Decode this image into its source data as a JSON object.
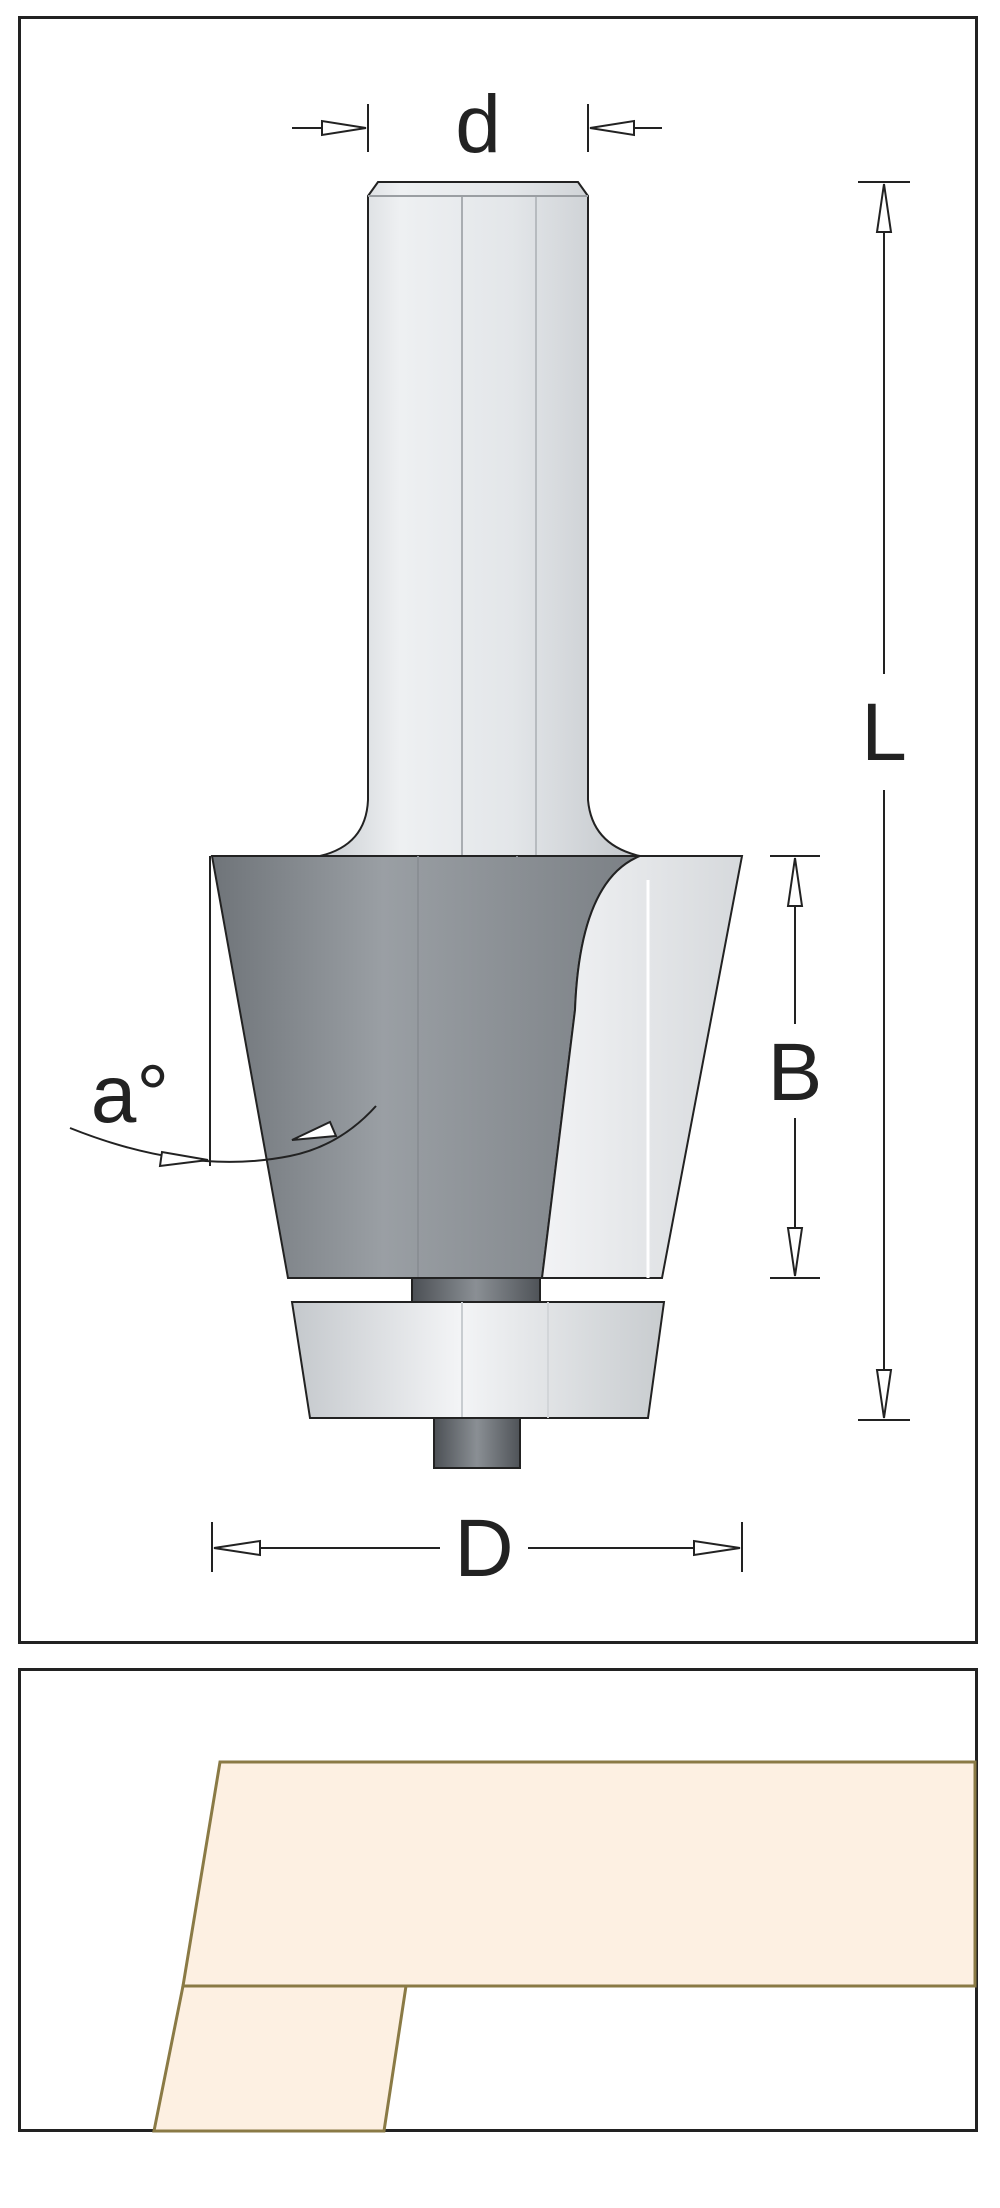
{
  "labels": {
    "shank_diameter": "d",
    "overall_length": "L",
    "cutting_height": "B",
    "angle": "a°",
    "cutting_diameter": "D"
  },
  "colors": {
    "outline": "#222222",
    "steel_light": "#e6e9ec",
    "steel_dark": "#7f8489",
    "wood_fill": "#fdf0e2",
    "wood_edge": "#8a7a45"
  }
}
